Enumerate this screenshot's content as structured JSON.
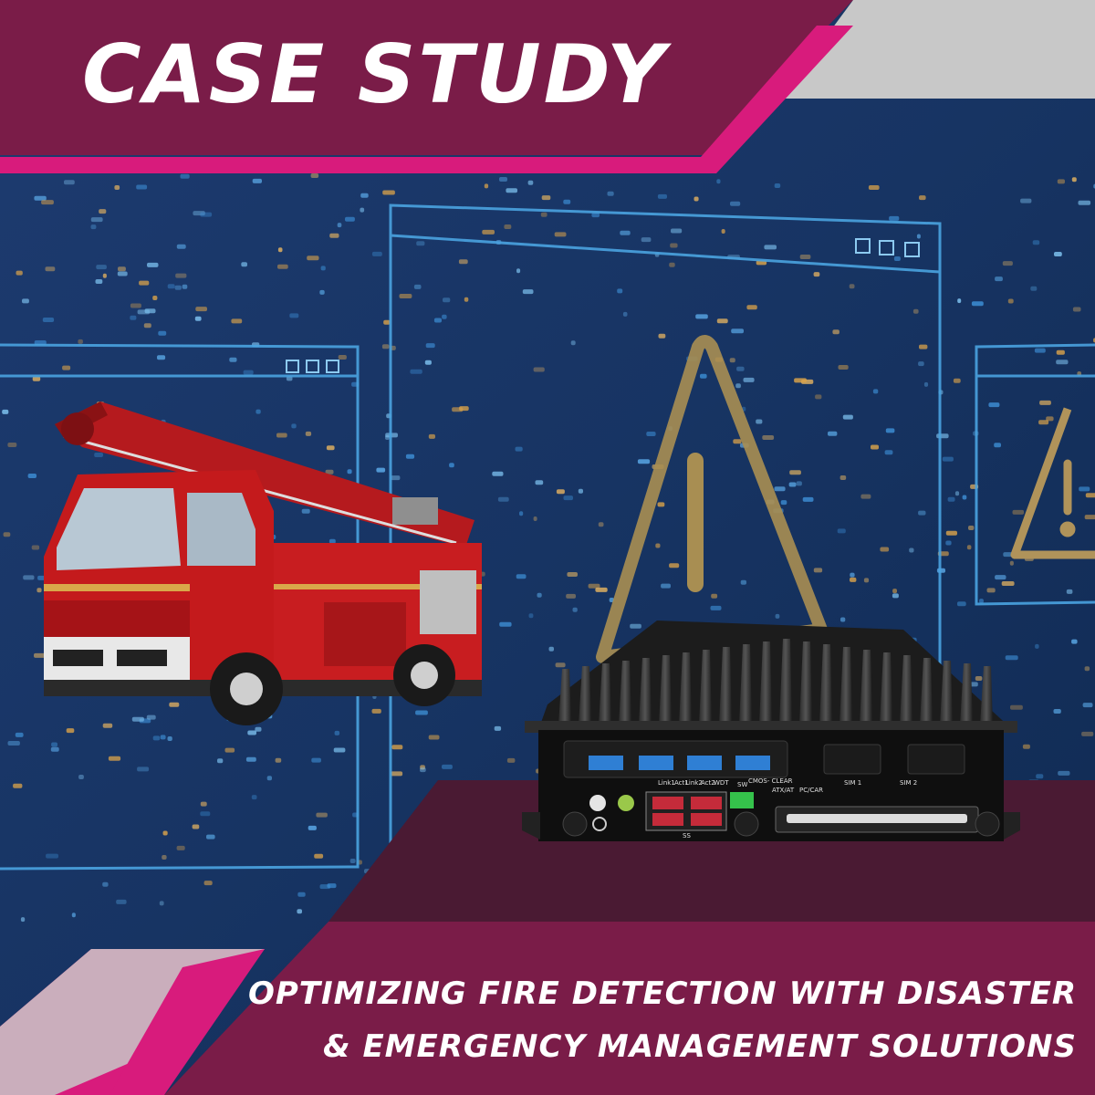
{
  "header": {
    "title": "CASE STUDY"
  },
  "footer": {
    "line1": "OPTIMIZING FIRE DETECTION WITH DISASTER",
    "line2": "& EMERGENCY MANAGEMENT SOLUTIONS"
  },
  "device": {
    "port_labels": [
      "Link1",
      "Act1",
      "Link2",
      "Act2",
      "WDT"
    ],
    "switch_label": "SW",
    "cmos_label": "CMOS- CLEAR",
    "power_mode_labels": [
      "ATX/AT",
      "PC/CAR"
    ],
    "sim_labels": [
      "SIM 1",
      "SIM 2"
    ],
    "usb_mark": "SS"
  },
  "colors": {
    "maroon": "#7a1c48",
    "magenta": "#d81b7c",
    "gray": "#c8c8c8",
    "navy": "#173463",
    "window_outline": "#4aa3e0",
    "warning_gold": "#a88e52",
    "truck_red": "#c41a1c"
  }
}
